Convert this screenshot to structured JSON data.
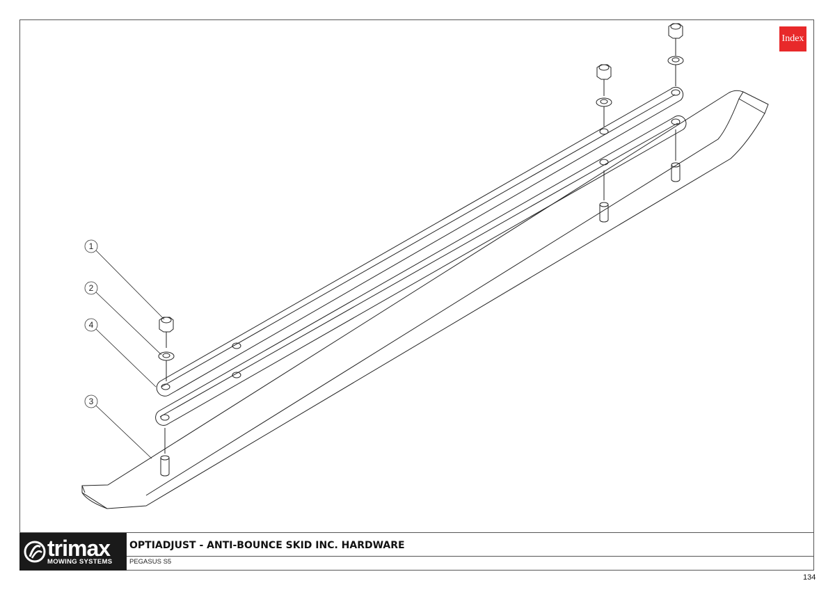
{
  "index_button": {
    "label": "Index"
  },
  "callouts": [
    "1",
    "2",
    "4",
    "3"
  ],
  "title_block": {
    "logo_word": "trimax",
    "logo_sub": "MOWING SYSTEMS",
    "title": "OPTIADJUST - ANTI-BOUNCE SKID INC. HARDWARE",
    "subtitle": "PEGASUS S5"
  },
  "page_number": "134",
  "colors": {
    "index_bg": "#e8292a",
    "logo_bg": "#1a1a1a",
    "line": "#222222"
  }
}
